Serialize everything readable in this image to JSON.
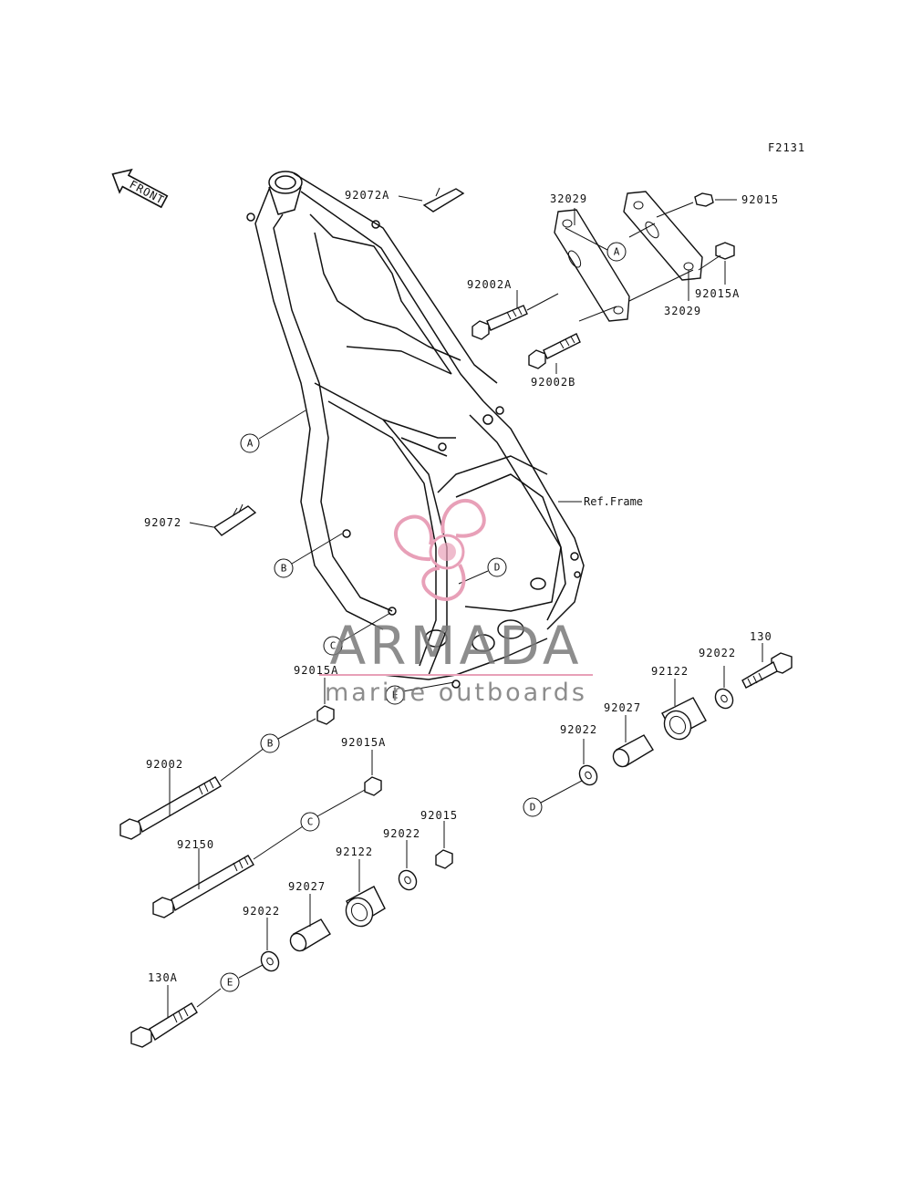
{
  "figure_code": "F2131",
  "front_label": "FRONT",
  "ref_frame": "Ref.Frame",
  "parts": {
    "p92072A": "92072A",
    "p32029_top": "32029",
    "p92015_top": "92015",
    "p92002A": "92002A",
    "p92015A_right": "92015A",
    "p32029_bottom": "32029",
    "p92002B": "92002B",
    "p92072": "92072",
    "p130": "130",
    "p92022_r1": "92022",
    "p92122_r": "92122",
    "p92027_r": "92027",
    "p92022_r2": "92022",
    "p92015A_left": "92015A",
    "p92002": "92002",
    "p92015A_mid": "92015A",
    "p92150": "92150",
    "p92015_mid": "92015",
    "p92022_mid": "92022",
    "p92122_mid": "92122",
    "p92027_mid": "92027",
    "p92022_low": "92022",
    "p130A": "130A"
  },
  "callouts": {
    "A": "A",
    "B": "B",
    "C": "C",
    "D": "D",
    "E": "E"
  },
  "watermark": {
    "brand": "ARMADA",
    "tagline": "marine outboards",
    "accent_color": "#e8a0b8"
  }
}
